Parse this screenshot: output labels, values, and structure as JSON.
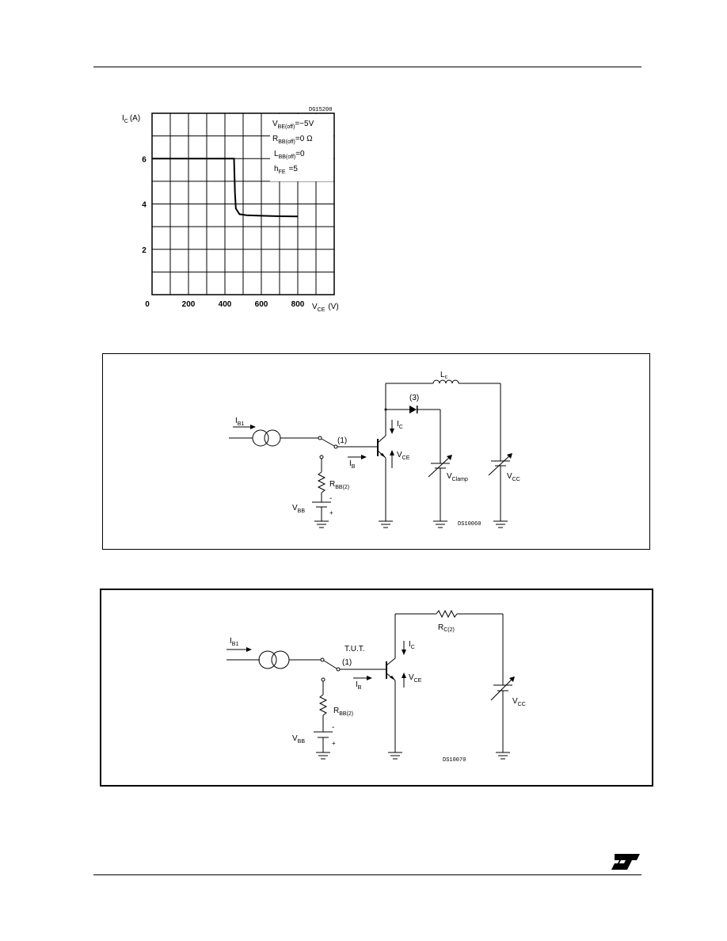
{
  "chart_data": {
    "type": "line",
    "code": "DG15200",
    "xlabel": "V",
    "xlabel_sub": "CE",
    "xlabel_unit": "(V)",
    "ylabel": "I",
    "ylabel_sub": "C",
    "ylabel_unit": "(A)",
    "xlim": [
      0,
      1000
    ],
    "ylim": [
      0,
      8
    ],
    "x_ticks": [
      0,
      200,
      400,
      600,
      800
    ],
    "y_ticks": [
      2,
      4,
      6
    ],
    "grid": true,
    "conditions": [
      {
        "sym": "V",
        "sub": "BE(off)",
        "rest": "=−5V"
      },
      {
        "sym": "R",
        "sub": "BB(off)",
        "rest": "=0 Ω"
      },
      {
        "sym": "L",
        "sub": "BB(off)",
        "rest": "=0"
      },
      {
        "sym": "h",
        "sub": "FE",
        "rest": "=5"
      }
    ],
    "series": [
      {
        "x": [
          0,
          100,
          200,
          300,
          400,
          450,
          455,
          460,
          480,
          520,
          600,
          700,
          800
        ],
        "y": [
          6,
          6,
          6,
          6,
          6,
          6,
          4.5,
          3.8,
          3.55,
          3.5,
          3.48,
          3.46,
          3.45
        ]
      }
    ]
  },
  "circuit1": {
    "ib1": {
      "sym": "I",
      "sub": "B1"
    },
    "switch_label": "(1)",
    "ib": {
      "sym": "I",
      "sub": "B"
    },
    "rbb": {
      "sym": "R",
      "sub": "BB(2)"
    },
    "vbb": {
      "sym": "V",
      "sub": "BB"
    },
    "minus": "-",
    "plus": "+",
    "diode_label": "(3)",
    "lc": {
      "sym": "L",
      "sub": "c"
    },
    "ic": {
      "sym": "I",
      "sub": "C"
    },
    "vce": {
      "sym": "V",
      "sub": "CE"
    },
    "vclamp": {
      "sym": "V",
      "sub": "Clamp"
    },
    "vcc": {
      "sym": "V",
      "sub": "CC"
    },
    "code": "DS10060"
  },
  "circuit2": {
    "ib1": {
      "sym": "I",
      "sub": "B1"
    },
    "switch_label": "(1)",
    "ib": {
      "sym": "I",
      "sub": "B"
    },
    "rbb": {
      "sym": "R",
      "sub": "BB(2)"
    },
    "vbb": {
      "sym": "V",
      "sub": "BB"
    },
    "minus": "-",
    "plus": "+",
    "tut": "T.U.T.",
    "ic": {
      "sym": "I",
      "sub": "C"
    },
    "vce": {
      "sym": "V",
      "sub": "CE"
    },
    "rc": {
      "sym": "R",
      "sub": "C(2)"
    },
    "vcc": {
      "sym": "V",
      "sub": "CC"
    },
    "code": "DS10070"
  },
  "logo_text": "ST"
}
